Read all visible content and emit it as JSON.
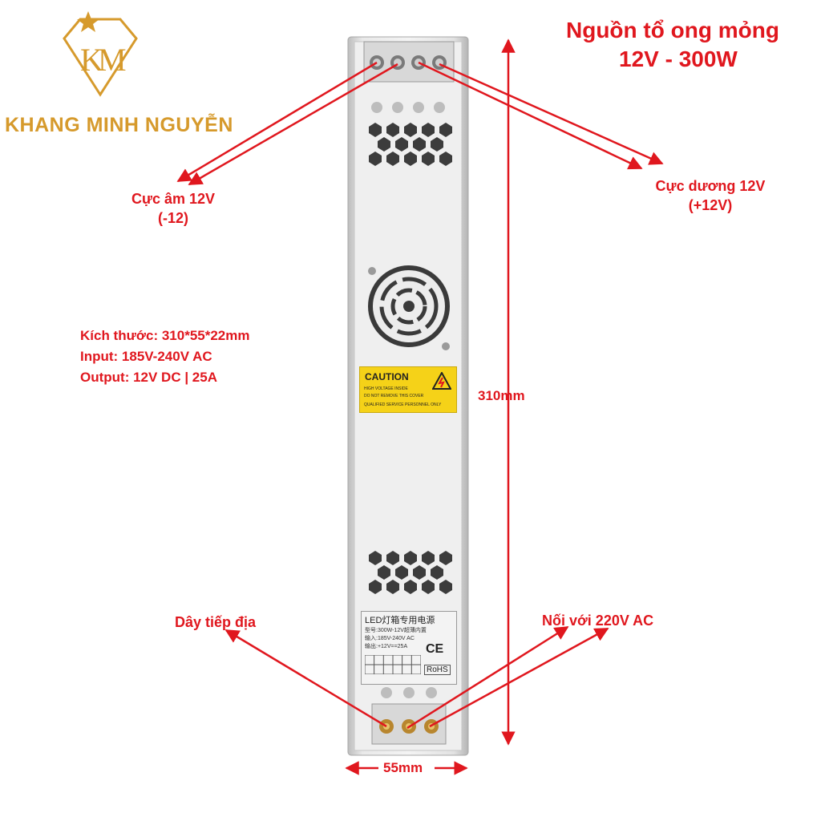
{
  "title": {
    "line1": "Nguồn tổ ong mỏng",
    "line2": "12V - 300W"
  },
  "brand": {
    "name": "KHANG MINH NGUYỄN",
    "logo_letters": "KM"
  },
  "labels": {
    "negative_line1": "Cực âm 12V",
    "negative_line2": "(-12)",
    "positive_line1": "Cực dương 12V",
    "positive_line2": "(+12V)",
    "ground": "Dây tiếp địa",
    "ac_input": "Nối với 220V AC"
  },
  "specs": {
    "size": "Kích thước: 310*55*22mm",
    "input": "Input: 185V-240V AC",
    "output": "Output: 12V DC | 25A"
  },
  "caution": {
    "title": "CAUTION",
    "line1": "HIGH VOLTAGE INSIDE",
    "line2": "DO NOT REMOVE THIS COVER",
    "line3": "QUALIFIED SERVICE PERSONNEL ONLY"
  },
  "plate": {
    "title": "LED灯箱专用电源",
    "model": "型号:300W-12V超薄内置",
    "input": "输入:185V-240V AC",
    "output": "输出:+12V==25A",
    "ce": "CE",
    "rohs": "RoHS"
  },
  "dimensions": {
    "length": "310mm",
    "width": "55mm"
  },
  "colors": {
    "accent": "#e0171e",
    "brand": "#d69a2c",
    "caution": "#f5d218"
  }
}
